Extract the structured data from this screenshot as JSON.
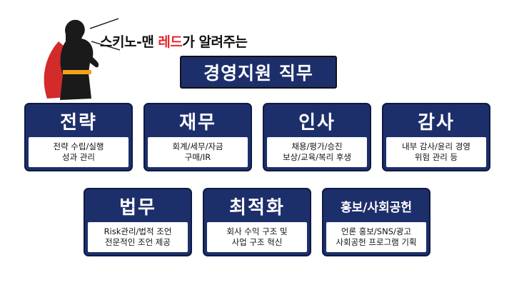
{
  "header": {
    "tagline_prefix": "스키노-맨 ",
    "tagline_accent": "레드",
    "tagline_suffix": "가 알려주는",
    "banner": "경영지원 직무",
    "accent_color": "#e8262b",
    "navy_color": "#1d2f6b"
  },
  "cards": [
    {
      "title": "전략",
      "lines": [
        "전략 수립/실행",
        "성과 관리"
      ]
    },
    {
      "title": "재무",
      "lines": [
        "회계/세무/자금",
        "구매/IR"
      ]
    },
    {
      "title": "인사",
      "lines": [
        "채용/평가/승진",
        "보상/교육/복리 후생"
      ]
    },
    {
      "title": "감사",
      "lines": [
        "내부 감사/윤리 경영",
        "위험 관리 등"
      ]
    },
    {
      "title": "법무",
      "lines": [
        "Risk관리/법적 조언",
        "전문적인 조언 제공"
      ]
    },
    {
      "title": "최적화",
      "lines": [
        "회사 수익 구조 및",
        "사업 구조 혁신"
      ]
    },
    {
      "title": "홍보/사회공헌",
      "lines": [
        "언론 홍보/SNS/광고",
        "사회공헌 프로그램 기획"
      ]
    }
  ],
  "icons": {
    "hero": "caped-hero-icon"
  }
}
